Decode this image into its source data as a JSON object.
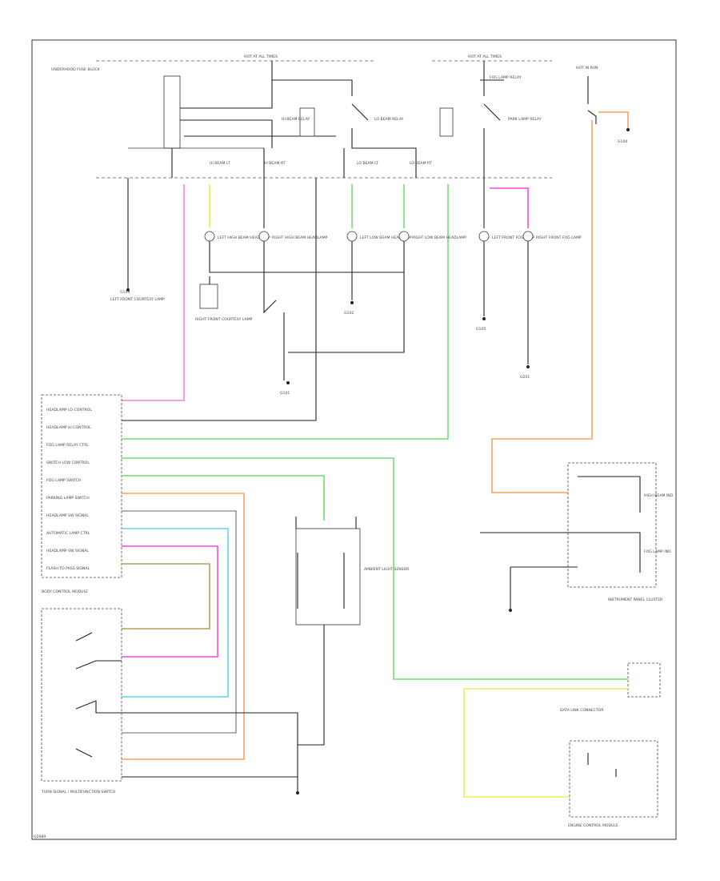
{
  "diagram": {
    "top_bus_left": "HOT AT ALL TIMES",
    "top_bus_right": "HOT AT ALL TIMES",
    "fuse_block_label": "UNDERHOOD FUSE BLOCK",
    "right_power_label": "HOT IN RUN",
    "relays": [
      {
        "label": "HI BEAM RELAY"
      },
      {
        "label": "LO BEAM RELAY"
      },
      {
        "label": "PARK LAMP RELAY"
      },
      {
        "label": "FOG LAMP RELAY"
      }
    ],
    "fuses": [
      {
        "label": "HI BEAM LT"
      },
      {
        "label": "HI BEAM RT"
      },
      {
        "label": "LO BEAM LT"
      },
      {
        "label": "LO BEAM RT"
      }
    ],
    "lamps": [
      {
        "label": "LEFT HIGH BEAM HEADLAMP"
      },
      {
        "label": "RIGHT HIGH BEAM HEADLAMP"
      },
      {
        "label": "LEFT LOW BEAM HEADLAMP"
      },
      {
        "label": "RIGHT LOW BEAM HEADLAMP"
      },
      {
        "label": "LEFT FRONT FOG LAMP"
      },
      {
        "label": "RIGHT FRONT FOG LAMP"
      }
    ],
    "grounds": [
      {
        "label": "G103"
      },
      {
        "label": "G101"
      },
      {
        "label": "G102"
      },
      {
        "label": "G105"
      },
      {
        "label": "G201"
      },
      {
        "label": "G104"
      }
    ],
    "bcm_pins": [
      "HEADLAMP LO CONTROL",
      "HEADLAMP HI CONTROL",
      "FOG LAMP RELAY CTRL",
      "SWITCH LOW CONTROL",
      "FOG LAMP SWITCH",
      "PARKING LAMP SWITCH",
      "HEADLAMP SW SIGNAL",
      "AUTOMATIC LAMP CTRL",
      "HEADLAMP SW SIGNAL",
      "FLASH TO PASS SIGNAL"
    ],
    "bcm_label": "BODY CONTROL MODULE",
    "switch_label": "TURN SIGNAL / MULTIFUNCTION SWITCH",
    "daylight_label": "AMBIENT LIGHT SENSOR",
    "ipc_label": "INSTRUMENT PANEL CLUSTER",
    "ipc_items": [
      "HIGH BEAM IND",
      "FOG LAMP IND"
    ],
    "dlc_label": "DATA LINK CONNECTOR",
    "ecm_label": "ENGINE CONTROL MODULE",
    "left_box_label": "LEFT FRONT COURTESY LAMP",
    "right_box_label": "RIGHT FRONT COURTESY LAMP",
    "corner_label": "Q2989"
  }
}
